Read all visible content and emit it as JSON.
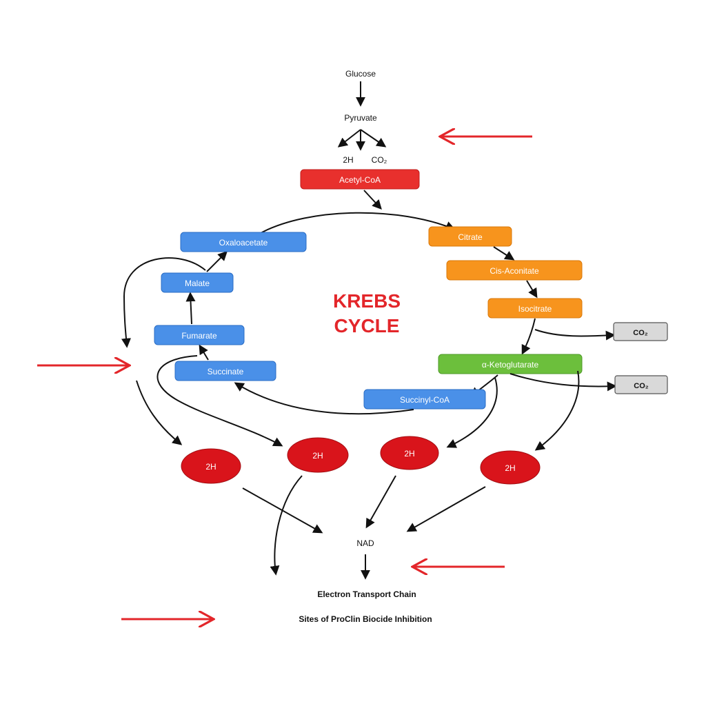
{
  "flow": {
    "glucose": "Glucose",
    "pyruvate": "Pyruvate",
    "two_h": "2H",
    "co2_small": "CO₂",
    "nad": "NAD",
    "electron_transport_chain": "Electron Transport Chain",
    "legend_text": "Sites of ProClin Biocide Inhibition"
  },
  "title": {
    "line1": "KREBS",
    "line2": "CYCLE"
  },
  "nodes": {
    "acetyl_coa": "Acetyl-CoA",
    "oxaloacetate": "Oxaloacetate",
    "citrate": "Citrate",
    "cis_aconitate": "Cis-Aconitate",
    "isocitrate": "Isocitrate",
    "alpha_ketoglutarate": "α-Ketoglutarate",
    "succinyl_coa": "Succinyl-CoA",
    "succinate": "Succinate",
    "fumarate": "Fumarate",
    "malate": "Malate"
  },
  "co2_outputs": [
    "CO₂",
    "CO₂"
  ],
  "hydrogen_ellipses": [
    "2H",
    "2H",
    "2H",
    "2H"
  ],
  "colors": {
    "blue": "#4a90e8",
    "orange": "#f7941d",
    "green": "#6cbf3c",
    "red": "#e8302d",
    "title": "#e3262a",
    "inhibition_arrow": "#e3262a"
  }
}
